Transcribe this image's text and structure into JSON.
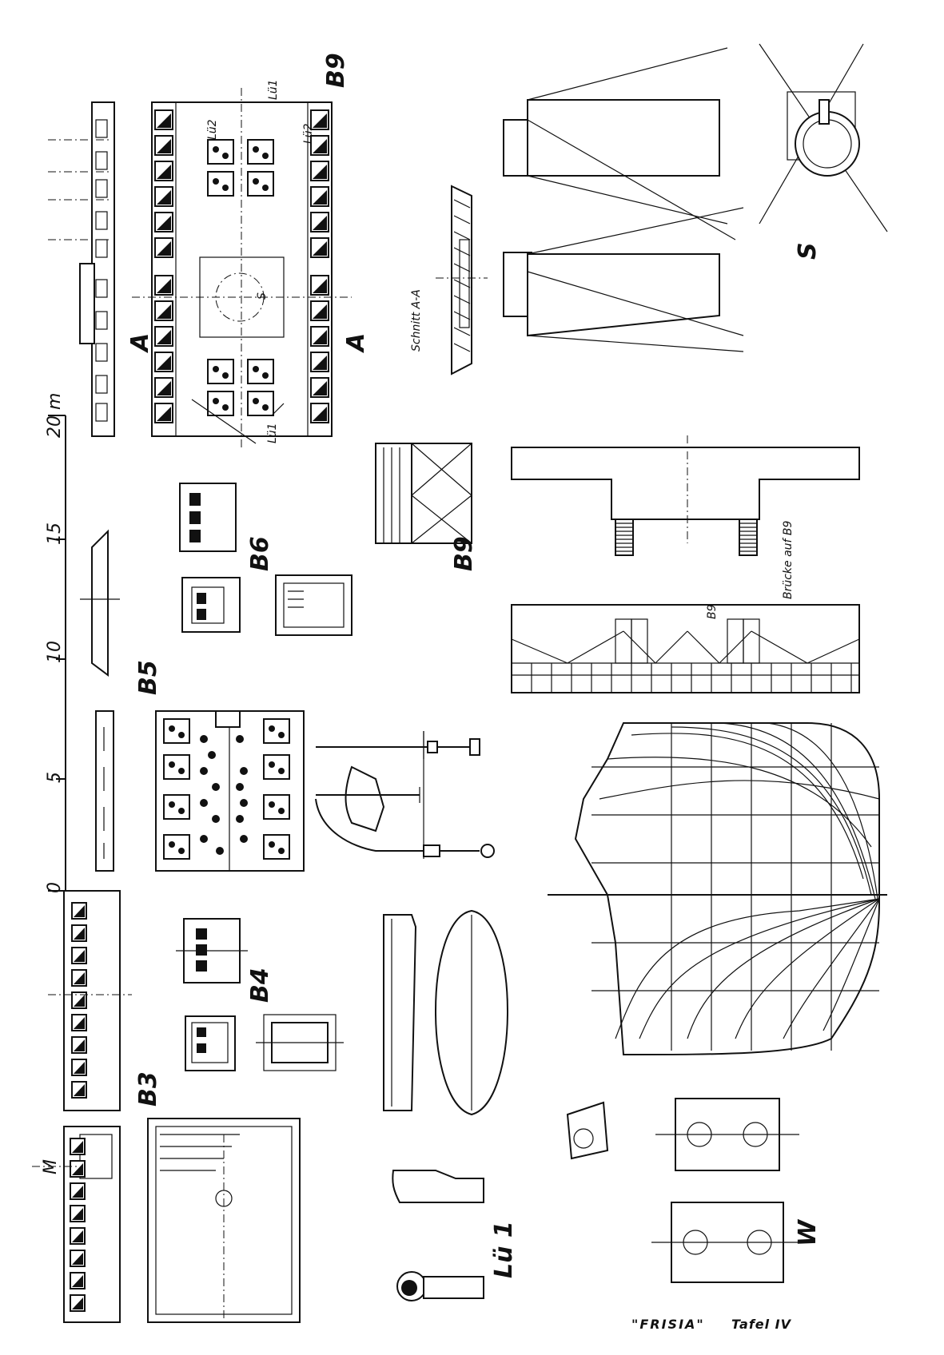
{
  "scale": {
    "unit": "m",
    "ticks": [
      "0",
      "5",
      "10",
      "15",
      "20 m"
    ]
  },
  "labels": {
    "m": "M",
    "b3": "B3",
    "b4": "B4",
    "b5": "B5",
    "b6": "B6",
    "b9_top": "B9",
    "b9_truss": "B9",
    "b9_bridge": "B9",
    "a_left": "A",
    "a_right": "A",
    "s_plan": "S",
    "s_vent": "S",
    "lu1_a": "Lü1",
    "lu1_b": "Lü1",
    "lu1_parts": "Lü 1",
    "lu2_a": "Lü2",
    "lu2_b": "Lü2",
    "section": "Schnitt A-A",
    "bridge": "Brücke auf B9",
    "w": "W"
  },
  "footer": {
    "title": "\"FRISIA\"",
    "plate": "Tafel IV"
  }
}
